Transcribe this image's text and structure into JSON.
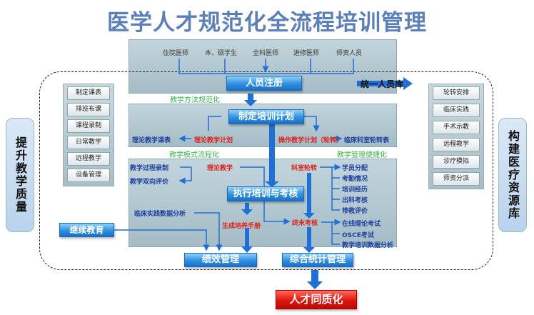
{
  "title": "医学人才规范化全流程培训管理",
  "sources": [
    "住院医师",
    "本、硕学生",
    "全科医师",
    "进修医师",
    "师资人员"
  ],
  "register": "人员注册",
  "unified_db": "统一人员库",
  "green": {
    "method": "教学方法规范化",
    "mode": "教学模式流程化",
    "mgmt": "教学管理便捷化"
  },
  "plan": "制定培训计划",
  "plan_row": {
    "schedule": "理论教学课表",
    "theory_plan": "理论教学计划",
    "practice_plan": "操作教学计划（轮转）",
    "rotation_table": "临床科室轮转表"
  },
  "execute": "执行培训与考核",
  "theory": "理论教学",
  "theory_out": [
    "教学过程录制",
    "教学双向评价"
  ],
  "rotation": "科室轮转",
  "rotation_out": [
    "学员分配",
    "考勤情况",
    "培训经历",
    "出科考核",
    "带教评价"
  ],
  "final_exam": "终末考核",
  "final_out": [
    "在线理论考试",
    "OSCE考试",
    "教学培训数据分析"
  ],
  "clinical_analysis": "临床实践数据分析",
  "handbook": "生成培养手册",
  "continuing": "继续教育",
  "performance": "绩效管理",
  "stats": "综合统计管理",
  "result": "人才同质化",
  "left_panel": [
    "制定课表",
    "排班布课",
    "课程录制",
    "日常教学",
    "远程教学",
    "设备管理"
  ],
  "right_panel": [
    "轮转安排",
    "临床实践",
    "手术示教",
    "远程教学",
    "诊疗模拟",
    "师资分派"
  ],
  "left_label": "提升教学质量",
  "right_label": "构建医疗资源库"
}
